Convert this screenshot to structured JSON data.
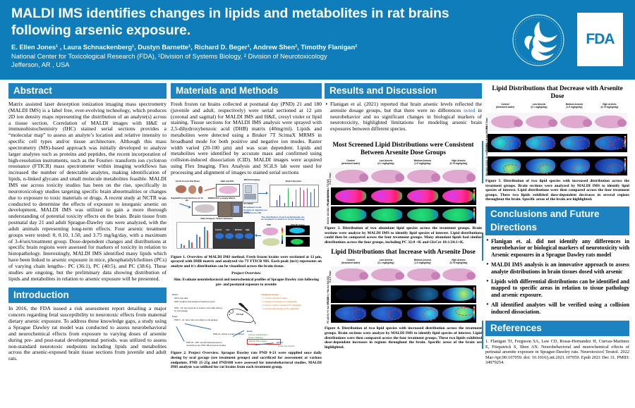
{
  "header": {
    "title": "MALDI IMS identifies changes in lipids and metabolites in rat brains following arsenic exposure.",
    "authors": "E. Ellen Jones¹ , Laura Schnackenberg¹, Dustyn Barnette¹, Richard D. Beger¹, Andrew Shen², Timothy Flanigan²",
    "affiliation": "National Center for Toxicological Research (FDA), ¹Division of Systems Biology, ² Division of Neurotoxicology",
    "location": "Jefferson, AR , USA",
    "fda_logo_text": "FDA",
    "hhs_seal_text": "DEPARTMENT OF HEALTH & HUMAN SERVICES · USA",
    "brand_color": "#0f7dba"
  },
  "abstract": {
    "heading": "Abstract",
    "text": "Matrix assisted laser desorption ionization imaging mass spectrometry (MALDI IMS) is a label free, ever-evolving technology, which produces 2D ion density maps representing the distribution of an analyte(s) across a tissue section. Correlation of MALDI images with H&E or immunohistochemistry (IHC) stained serial sections provides a “molecular map” to assess an analyte’s location and relative intensity to specific cell types and/or tissue architecture. Although this mass spectrometry (MS)-based approach was initially developed to analyze larger analytes such as proteins and peptides, the recent incorporation of high-resolution instruments, such as the Fourier- transform ion cyclotron resonance (FTICR) mass spectrometer within imaging workflows has increased the number of detectable analytes, making identification of lipids, n-linked glycans and small molecule metabolites feasible. MALDI IMS use across toxicity studies has been on the rise, specifically in neurotoxicology studies targeting specific brain abnormalities or changes due to exposure to toxic materials or drugs. A recent study at NCTR was conducted to determine the effects of exposure to inorganic arsenic on development, MALDI IMS was utilized to gain a more thorough understanding of potential toxicity effects on the brain. Brain tissue from postnatal day 21 and adult Sprague-Dawley rats were analyzed, with the adult animals representing long-term effects.  Four arsenic treatment groups were tested:  0, 0.10, 1.50, and 3.75 mg/kg/day, with a maximum of 3-4/sex/treatment group. Dose-dependent changes and distributions at specific brain regions were assessed for markers of toxicity in relation to histopathology.  Interestingly, MALDI IMS identified many lipids which have been linked to arsenic exposure in mice, phosphatidylcholines (PCs) of varying chain lengths-: PC (36:1), PC (40:5), and PC (38:6). These studies are ongoing, but the preliminary data showing distribution of lipids and metabolites in relation to arsenic exposure will be presented."
  },
  "introduction": {
    "heading": "Introduction",
    "text": "In 2016, the FDA issued a risk assessment report detailing a major concern regarding fetal susceptibility to neurotoxic effects from maternal dietary arsenic exposure. To address these knowledge gaps, a study using a Sprague Dawley rat model was conducted to assess neurobehavioral and neurochemical effects from exposure to varying doses of arsenite during pre- and post-natal developmental periods. was utilized to assess non-standard neurotoxic endpoints including lipids and metabolites across the arsenic-exposed brain tissue sections from juvenile and adult rats."
  },
  "methods": {
    "heading": "Materials and Methods",
    "text": "Fresh frozen rat brains collected at postnatal day (PND) 21 and 180 (juvenile and adult, respectively) were serial sectioned at 12 µm (coronal and sagittal) for MALDI IMS and H&E, cresyl violet or lipid staining. Tissue sections for MALDI IMS analysis were sprayed with 2,5-dihydroxybenzoic acid (DHB) matrix (40mg/ml). Lipids and metabolites were detected using a Bruker 7T ScimaX MRMS in broadband mode for both positive and negative ion modes. Raster width varied (20-100 µm) and was scan dependent. Lipids and metabolites were identified by accurate mass and confirmed using collision-induced dissociation (CID). MALDI images were acquired using Flex Imaging. Flex Analysis and SCiLS lab were used for processing and alignment of images to stained serial sections",
    "figure1": {
      "caption": "Figure 1. Overview of MALDI IMS method. Fresh frozen brains were sectioned at 12 µm, sprayed with DHB matrix and analyzed via 7T FTICR MS. Each peak (m/z) represents an analyte and it's distribution can be visualized across the brain tissue.",
      "steps": [
        {
          "label": "Fresh Frozen Rat Brain"
        },
        {
          "label": "H&E and IHC"
        },
        {
          "label": "MALDI Imaging"
        },
        {
          "label": "Data Collection"
        },
        {
          "label": "Sagittal/Coronal Sections at 12 µm"
        },
        {
          "label": "DHB/CHCA µ-Apply Matrix"
        },
        {
          "label": "7T FTICR"
        },
        {
          "label": "Data Analysis: SCiLS Software"
        },
        {
          "label": "The distribution of each analyte/peak can be localized in relation to tissue histology"
        },
        {
          "label": "H&E"
        },
        {
          "label": "MALDI Image"
        },
        {
          "label": "Control"
        },
        {
          "label": "Low"
        },
        {
          "label": "Medium"
        },
        {
          "label": "High"
        }
      ],
      "instrument_specs": [
        "Broadband mode",
        "Positive & negative ion mode",
        "Validation by CID"
      ]
    },
    "figure2": {
      "title": "Project Overview",
      "aim": "Aim: Evaluate neurobehavioral and neurochemical profiles of Sprague Dawley rats following pre- and postnatal exposure to arsenite",
      "caption": "Figure 2. Project Overview.  Sprague Dawley rats PND 0-21 were supplied once daily dosing by oral gavage (see treatment groups) and sacrificed for assessment at various endpoints. PND 25-25g and PND180 were assessed for neurobehavioral studies. MALDI IMS analysis was utilized for rat brains from each treatment group.",
      "dams_heading": "Dams:",
      "dams": [
        "GD4: plug date",
        "GD5: weighed and assigned treatment group",
        "GD6 – 22: pre-exposure to arsenic once daily dosing by oral gavage"
      ],
      "pups_heading": "Pups:",
      "pups": [
        "PND 0 - 21: dose rats once daily by oral gavage",
        "PND 21: subset of pups sacrificed",
        "PND 25 - 155: neurobehavioral tests for remaining pups; PND 180 long-term studies"
      ],
      "treatment_heading": "Treatment Groups:",
      "treatments": [
        "1.  Control (deionized water)",
        "2.  Arsenic low dosage (0.1 mg/kg/day)",
        "3.  Arsenic medium dosage (1.5 mg/kg/day)",
        "4.  Arsenic high dosage (3.75 mg/kg/day)"
      ],
      "brain_heading": "Brain:",
      "brain_items": [
        "Arsenic quantification",
        "Neuron Staining",
        "MALDI IMS imaging"
      ],
      "serum_heading": "Serum:",
      "serum_items": [
        "Lipids and Arsenic"
      ],
      "highlight_box": "MALDI IMS imaging",
      "rat_label": "PO AsIII"
    }
  },
  "results": {
    "heading": "Results and Discussion",
    "bullet1_pre": "Flanigan et al. (2021) reported that brain arsenic levels reflected the arensite dosage groups, but that there were no differences ",
    "bullet1_hl": "noted",
    "bullet1_post": " in neurobehavior and no significant changes in biological markers of neurotoxicity, highlighted limitations for modeling arsenic brain exposures between different species.",
    "figure3": {
      "title": "Most Screened Lipid Distributions were Consistent Between Arsenite Dose Groups",
      "groups": [
        {
          "name": "Control",
          "dose": "(deionized water)"
        },
        {
          "name": "Low Arsenic",
          "dose": "(0.1 mg/kg/day)"
        },
        {
          "name": "Medium Arsenic",
          "dose": "(1.5 mg/kg/day)"
        },
        {
          "name": "High Arsenic",
          "dose": "(3.75 mg/kg/day)"
        }
      ],
      "row_labels": [
        "H & E Stain",
        "PC (32:0) +K m/z 772.525",
        "GlcCer 18:1/24:1 +K m/z 848.601"
      ],
      "caption": "Figure 3. Distribution of two abundant lipid species across the treatment groups. Brain sections were analyze by MALDI IMS to identify lipid species of interest. Lipid distributions could then be compared across the four treatment groups. Many abundant lipids had similar distributions across the four groups, including PC 32:0 +K and GlcCer 18:1/24:1+K."
    },
    "figure4": {
      "title": "Lipid Distributions that Increase with Arsenite Dose",
      "groups": [
        {
          "name": "Control",
          "dose": "(deionized water)"
        },
        {
          "name": "Low Arsenic",
          "dose": "(0.1 mg/kg/day)"
        },
        {
          "name": "Medium Arsenic",
          "dose": "(1.5 mg/kg/day)"
        },
        {
          "name": "High Arsenic",
          "dose": "(3.75 mg/kg/day)"
        }
      ],
      "row_labels": [
        "H & E Stain",
        "PC (36:1) +Na m/z 810.601",
        "PC (40:5) +K m/z 872.572"
      ],
      "caption": "Figure 4. Distribution of two lipid species with increased distribution across the treatment groups. Brain sections were analyze by MALDI IMS to identify lipid species of interest. Lipid distributions were then compared across the four treatment groups. These two lipids exhibited dose-dependent increases in  regions throughout the brain. Specific areas of the brain are highlighted."
    }
  },
  "decrease": {
    "figure5": {
      "title": "Lipid Distributions that Decrease with Arsenite Dose",
      "groups": [
        {
          "name": "Control",
          "dose": "(deionized water)"
        },
        {
          "name": "Low Arsenic",
          "dose": "(0.1 mg/kg/day)"
        },
        {
          "name": "Medium Arsenic",
          "dose": "(1.5 mg/kg/day)"
        },
        {
          "name": "High Arsenic",
          "dose": "(3.75 mg/kg/day)"
        }
      ],
      "row_labels": [
        "H & E Stain",
        "PC (38:6) +H m/z 806.569",
        "SM (d18:1/18:0) +K m/z 769.561"
      ],
      "caption": "Figure 5. Distribution of two lipid species with increased distribution across the treatment groups. Brain sections were analyzed by MALDI IMS to identify lipid species of interest. Lipid distributions were then compared across the four treatment groups. These two lipids exhibited dose-dependent  decreases in several regions throughout the brain. Specific areas of the brain are highlighted."
    }
  },
  "conclusions": {
    "heading": "Conclusions and Future Directions",
    "items": [
      "Flanigan et. al. did not identify any differences in neurobehavior or biological markers of neurotoxicity with Arsenic exposures in a Sprague Dawley rats model",
      "MALDI IMS analysis is an innovative approach to assess analyte distributions in brain tissues dosed with arsenic",
      "Lipids with differential distributions can be identified and mapped to specific areas in relation to tissue pathology and arsenic exposure.",
      "All identified analytes will be verified using a collision induced dissociation."
    ]
  },
  "references": {
    "heading": "References",
    "items": [
      "1. Flanigan TJ, Ferguson SA, Law CD, Rosas-Hernandez H, Cuevas-Martinez E, Fitzpatrick S, Shen AN. Neurobehavioral and neurochemical effects of perinatal arsenite exposure in Sprague-Dawley rats. Neurotoxicol Teratol. 2022 Mar-Apr;90:107059. doi: 10.1016/j.ntt.2021.107059. Epub 2021 Dec 31. PMID: 34979254."
    ]
  }
}
